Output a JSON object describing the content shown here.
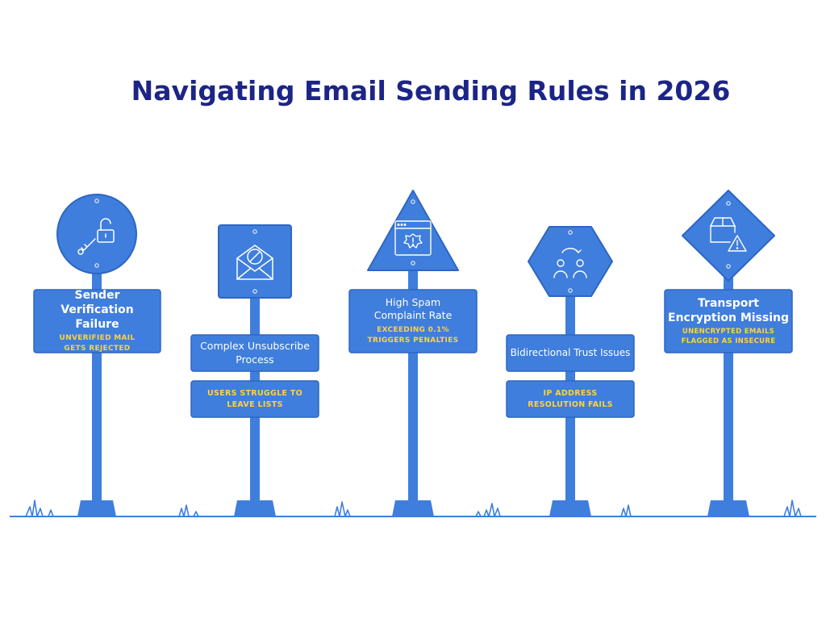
{
  "title": "Navigating Email Sending Rules in 2026",
  "colors": {
    "sign": "#3f7edc",
    "sign_border": "#2d66c2",
    "title": "#1c2586",
    "highlight": "#ffd33a",
    "ground": "#3f7edc"
  },
  "signs": [
    {
      "shape": "circle",
      "icon": "broken-lock-key-icon",
      "heading": "Sender Verification Failure",
      "detail": "UNVERIFIED MAIL GETS REJECTED"
    },
    {
      "shape": "square",
      "icon": "blocked-envelope-icon",
      "heading": "Complex Unsubscribe Process",
      "detail": "USERS STRUGGLE TO LEAVE LISTS"
    },
    {
      "shape": "triangle",
      "icon": "browser-alert-icon",
      "heading": "High Spam Complaint Rate",
      "detail": "EXCEEDING 0.1% TRIGGERS PENALTIES"
    },
    {
      "shape": "hexagon",
      "icon": "users-exchange-icon",
      "heading": "Bidirectional Trust Issues",
      "detail": "IP ADDRESS RESOLUTION FAILS"
    },
    {
      "shape": "diamond",
      "icon": "box-warning-icon",
      "heading": "Transport Encryption Missing",
      "detail": "UNENCRYPTED EMAILS FLAGGED AS INSECURE"
    }
  ]
}
